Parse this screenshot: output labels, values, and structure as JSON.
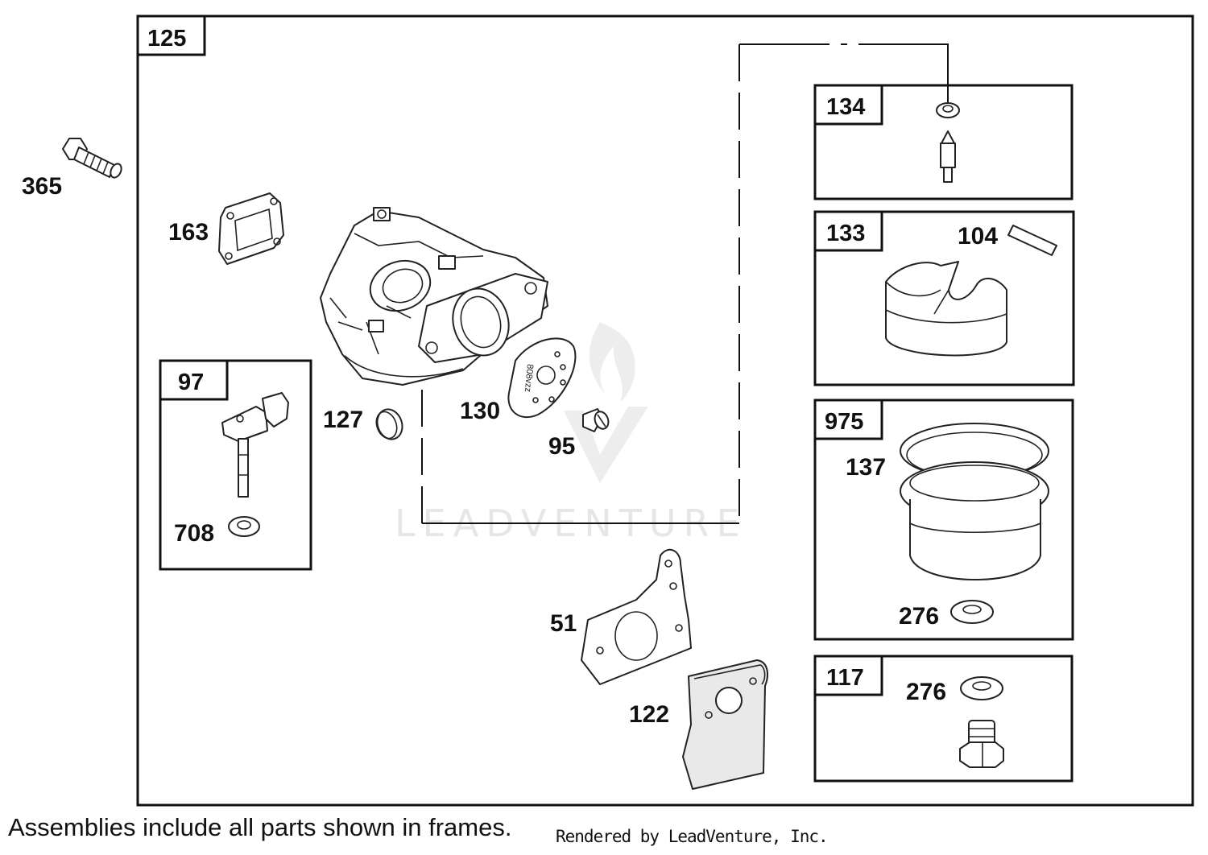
{
  "watermark": "LEADVENTURE",
  "footer": {
    "note": "Assemblies include all parts shown in frames.",
    "credit": "Rendered by LeadVenture, Inc."
  },
  "frames": {
    "main": "125",
    "f97": "97",
    "f134": "134",
    "f133": "133",
    "f975": "975",
    "f117": "117"
  },
  "parts": {
    "p365": "365",
    "p163": "163",
    "p127": "127",
    "p130": "130",
    "p95": "95",
    "p708": "708",
    "p104": "104",
    "p137": "137",
    "p276a": "276",
    "p276b": "276",
    "p51": "51",
    "p122": "122"
  },
  "stamp_text": "808vzz"
}
